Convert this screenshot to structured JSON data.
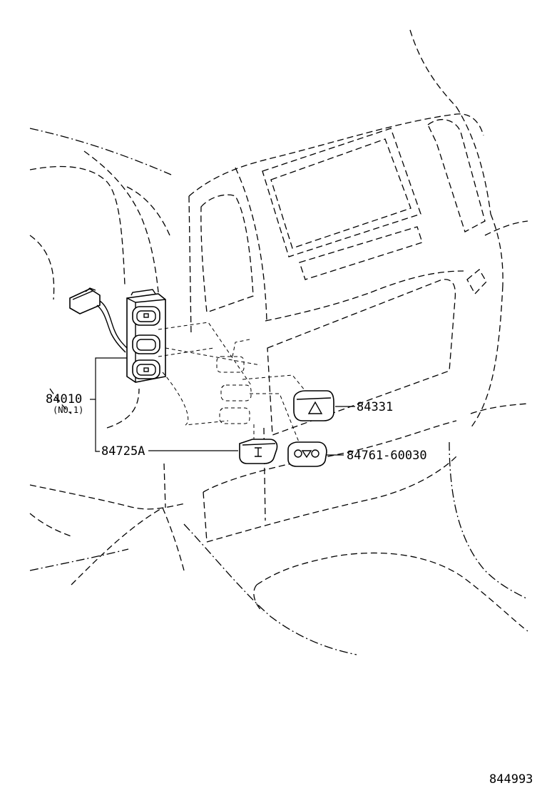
{
  "diagram": {
    "parts": [
      {
        "id": "switch_assy",
        "number": "84010",
        "note": "(NO.1)"
      },
      {
        "id": "hazard_switch",
        "number": "84331"
      },
      {
        "id": "switch_knob",
        "number": "84725A"
      },
      {
        "id": "mirror_switch",
        "number": "84761-60030"
      }
    ],
    "figure_number": "844993"
  }
}
